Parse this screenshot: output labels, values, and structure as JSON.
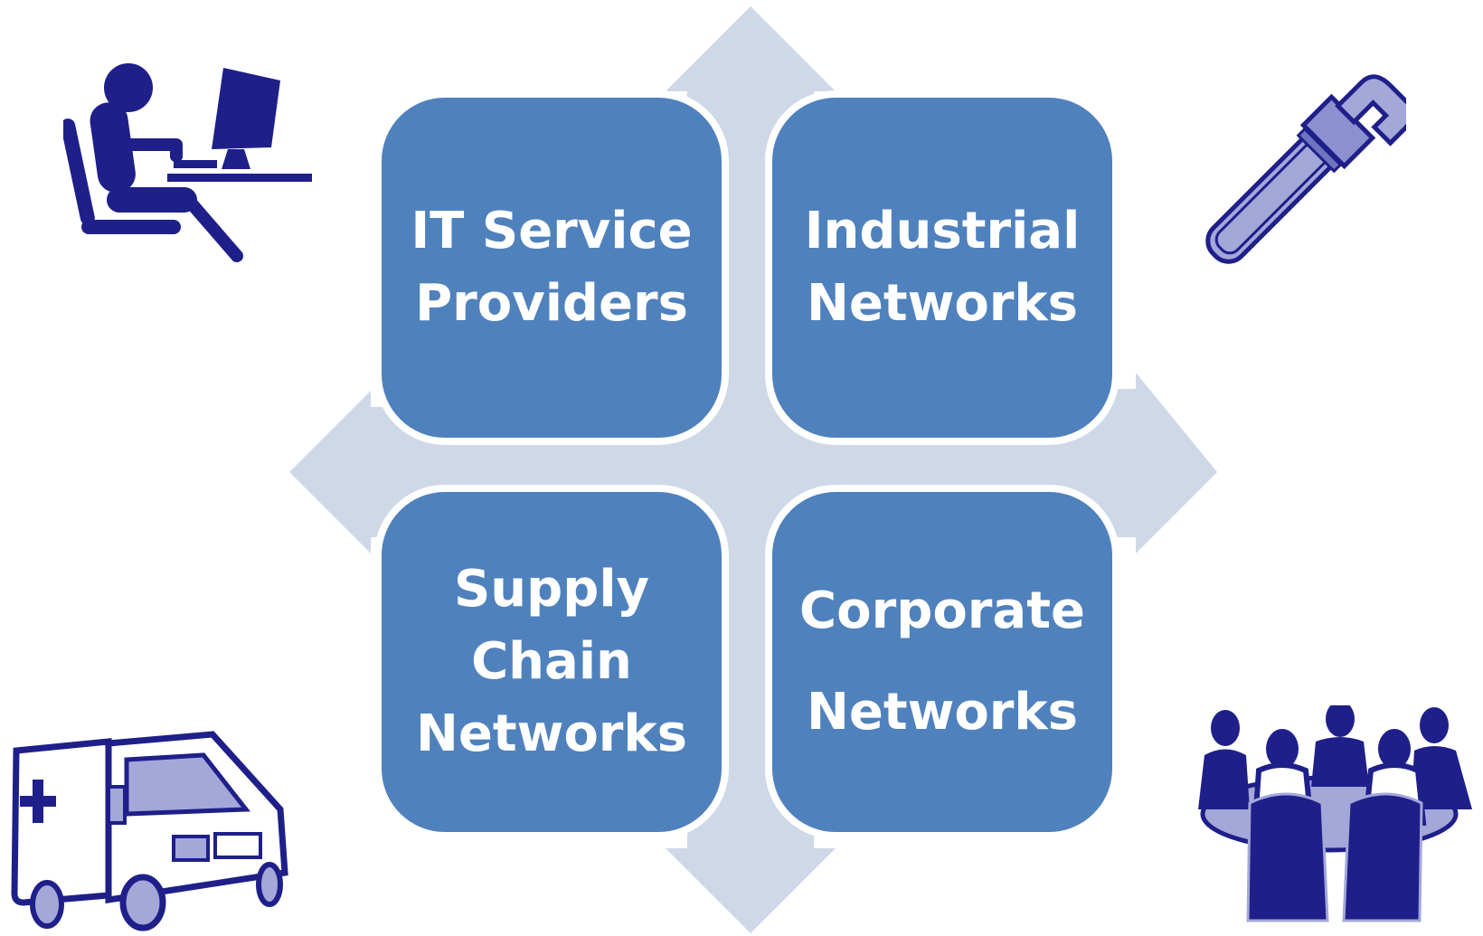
{
  "colors": {
    "tile": "#4f81bd",
    "tile_text": "#ffffff",
    "arrow": "#cfd8e7",
    "icon_dark": "#1f1f8a",
    "icon_light": "#a3a8d9"
  },
  "quadrants": [
    {
      "id": "top-left",
      "label": "IT Service\nProviders"
    },
    {
      "id": "top-right",
      "label": "Industrial\nNetworks"
    },
    {
      "id": "bottom-left",
      "label": "Supply\nChain\nNetworks"
    },
    {
      "id": "bottom-right",
      "label": "Corporate\nNetworks"
    }
  ],
  "icons": [
    "computer-worker-icon",
    "pipe-wrench-icon",
    "ambulance-icon",
    "business-meeting-icon"
  ]
}
